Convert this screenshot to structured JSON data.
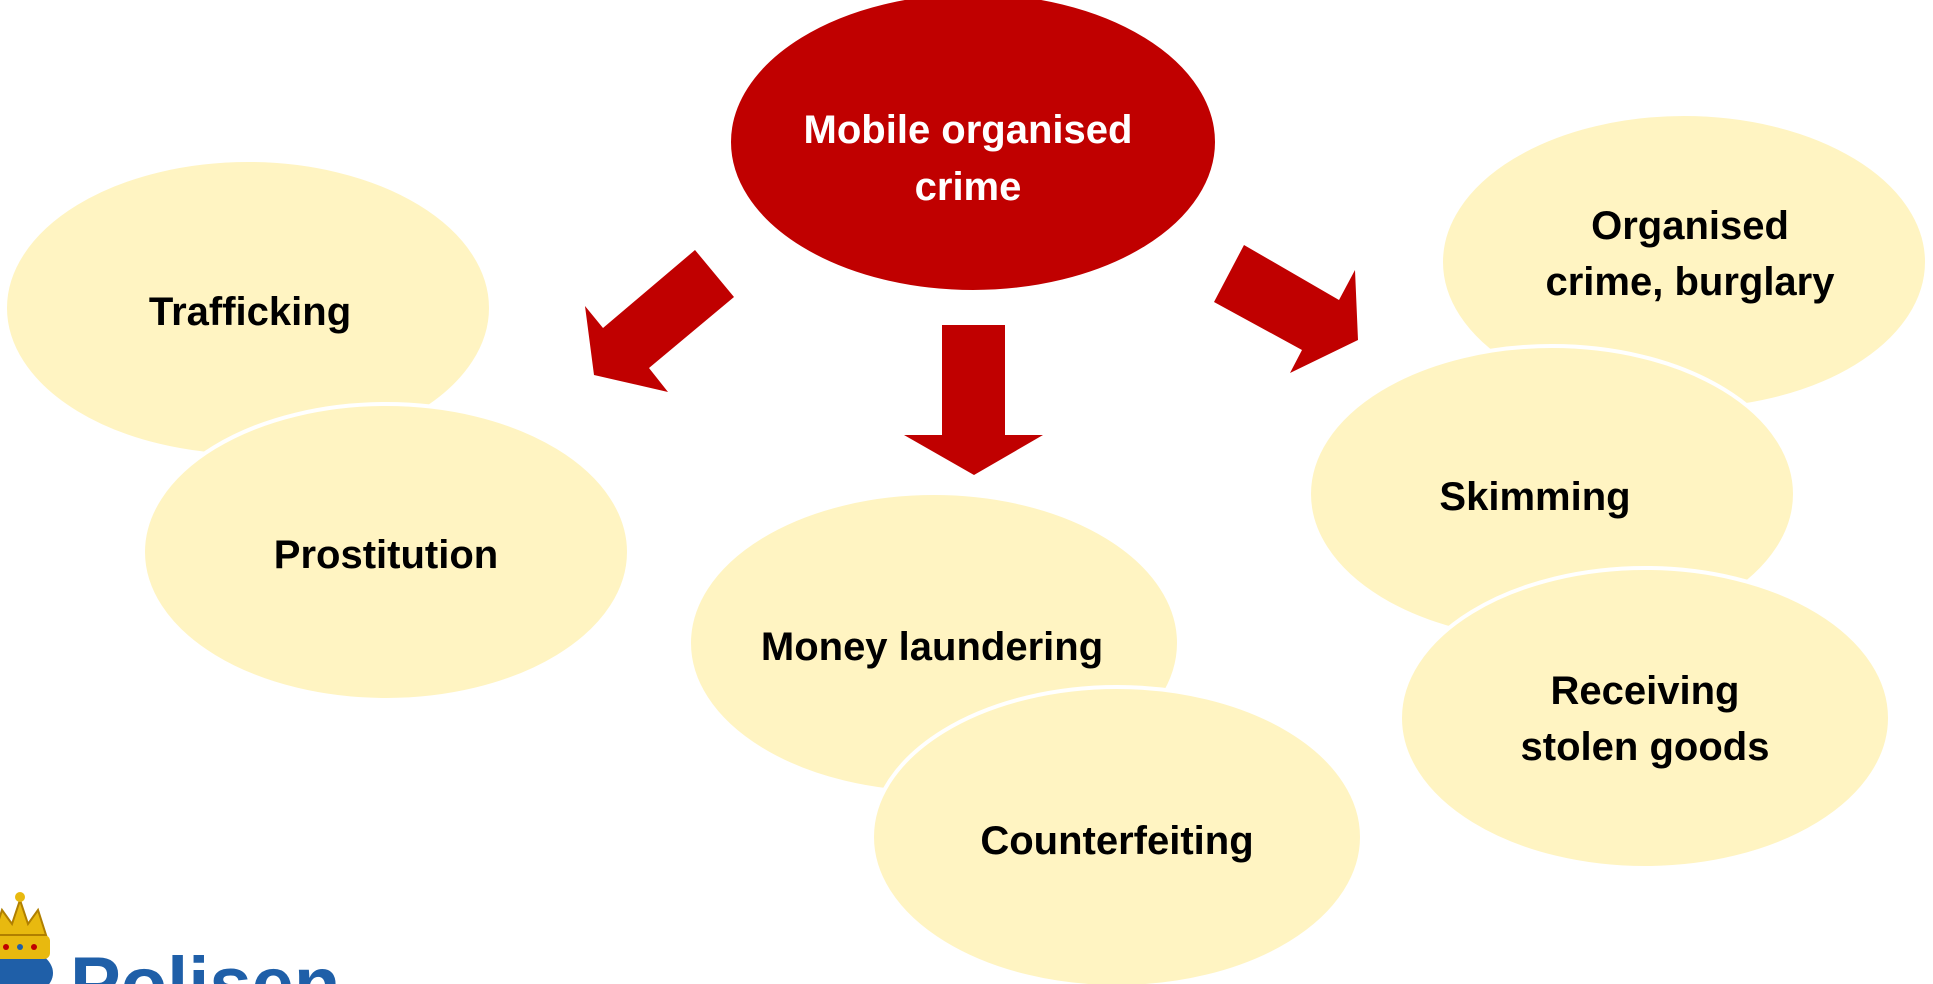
{
  "colors": {
    "center_fill": "#c00000",
    "node_fill": "#fff4c2",
    "node_stroke": "#ffffff",
    "arrow_fill": "#c00000",
    "logo_blue": "#1f5fa8",
    "crown_gold": "#e8b90f"
  },
  "center_node": {
    "line1": "Mobile organised",
    "line2": "crime"
  },
  "nodes": {
    "trafficking": "Trafficking",
    "prostitution": "Prostitution",
    "money_laundering": "Money laundering",
    "counterfeiting": "Counterfeiting",
    "organised_burglary_line1": "Organised",
    "organised_burglary_line2": "crime, burglary",
    "skimming": "Skimming",
    "receiving_line1": "Receiving",
    "receiving_line2": "stolen goods"
  },
  "logo": {
    "text": "Polisen",
    "icon": "police-crown-emblem"
  }
}
